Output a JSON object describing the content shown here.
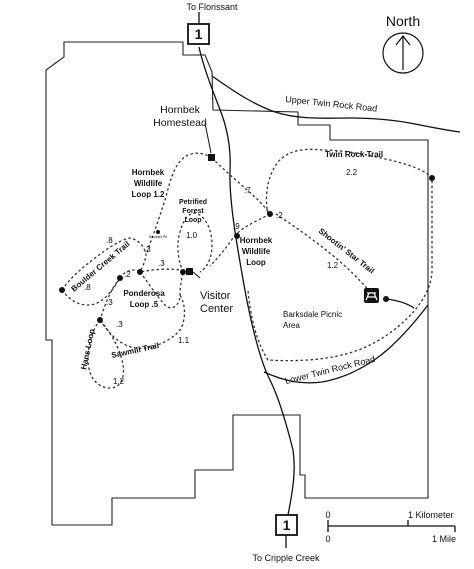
{
  "labels": {
    "to_florissant": "To Florissant",
    "to_cripple_creek": "To Cripple Creek",
    "north": "North",
    "upper_twin_rock_road": "Upper Twin Rock Road",
    "lower_twin_rock_road": "Lower Twin Rock Road",
    "hornbek_homestead_1": "Hornbek",
    "hornbek_homestead_2": "Homestead",
    "twin_rock_trail": "Twin Rock Trail",
    "hornbek_wildlife_loop_12_a": "Hornbek",
    "hornbek_wildlife_loop_12_b": "Wildlife",
    "hornbek_wildlife_loop_12_c": "Loop 1.2",
    "petrified_forest_loop_a": "Petrified",
    "petrified_forest_loop_b": "Forest",
    "petrified_forest_loop_c": "Loop",
    "scudder_pit": "Scudder Pit",
    "hornbek_wildlife_loop_a": "Hornbek",
    "hornbek_wildlife_loop_b": "Wildlife",
    "hornbek_wildlife_loop_c": "Loop",
    "shootin_star_trail": "Shootin' Star Trail",
    "boulder_creek_trail": "Boulder Creek Trail",
    "ponderosa_loop_a": "Ponderosa",
    "ponderosa_loop_b": "Loop .5",
    "visitor_center_a": "Visitor",
    "visitor_center_b": "Center",
    "barksdale_a": "Barksdale Picnic",
    "barksdale_b": "Area",
    "hans_loop": "Hans Loop",
    "sawmill_trail": "Sawmill Trail",
    "highway_number": "1",
    "scale_km": "1 Kilometer",
    "scale_mile": "1 Mile",
    "scale_zero_top": "0",
    "scale_zero_bottom": "0"
  },
  "distances": {
    "twin_rock": "2.2",
    "homestead_spur": ".7",
    "junction_north": ".2",
    "wildlife_junction": ".9",
    "shootin_star": "1.2",
    "petrified_forest": "1.0",
    "ponderosa_west": ".3",
    "ponderosa_mid": ".3",
    "boulder_creek_upper": ".8",
    "boulder_creek_lower": ".8",
    "pond_junction": ".2",
    "hans_upper": ".3",
    "hans_lower": ".3",
    "sawmill": "1.1",
    "hans_loop": "1.2"
  },
  "icons": {
    "north_arrow": "north-arrow-icon",
    "picnic": "picnic-table-icon",
    "highway": "highway-shield-icon"
  },
  "colors": {
    "ink": "#111111",
    "background": "#ffffff"
  }
}
